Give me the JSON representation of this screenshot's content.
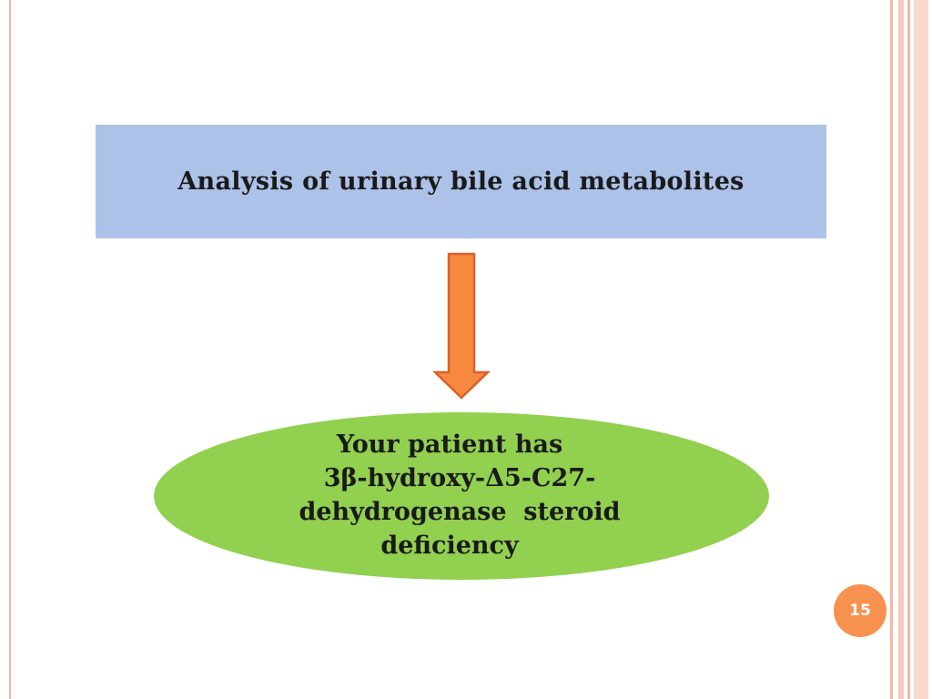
{
  "title": "Analysis of urinary bile acid metabolites",
  "result": {
    "line1": "Your patient has",
    "line2": "3β-hydroxy-Δ5-C27-",
    "line3": "dehydrogenase  steroid",
    "line4": "deficiency"
  },
  "page_number": "15",
  "colors": {
    "title_box": "#adc2e9",
    "arrow_fill": "#f7883f",
    "arrow_stroke": "#d8612a",
    "ellipse_fill": "#92d050",
    "page_badge": "#f7914f",
    "border_stripes": "#f5b7a3"
  }
}
